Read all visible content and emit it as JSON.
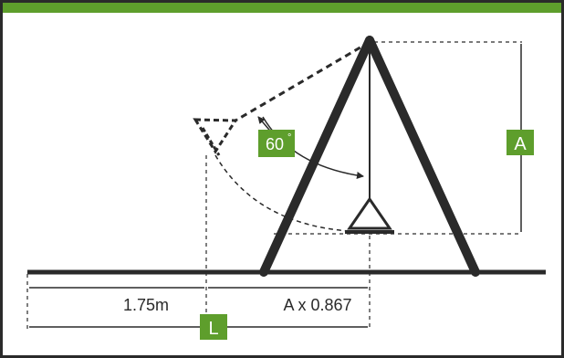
{
  "labels": {
    "height": "A",
    "angle": "60",
    "angle_unit": "°",
    "distance_left": "1.75m",
    "distance_right": "A x 0.867",
    "total_length": "L"
  },
  "colors": {
    "accent": "#5e9e2c",
    "line": "#2a2a2a",
    "label_text": "#ffffff"
  }
}
